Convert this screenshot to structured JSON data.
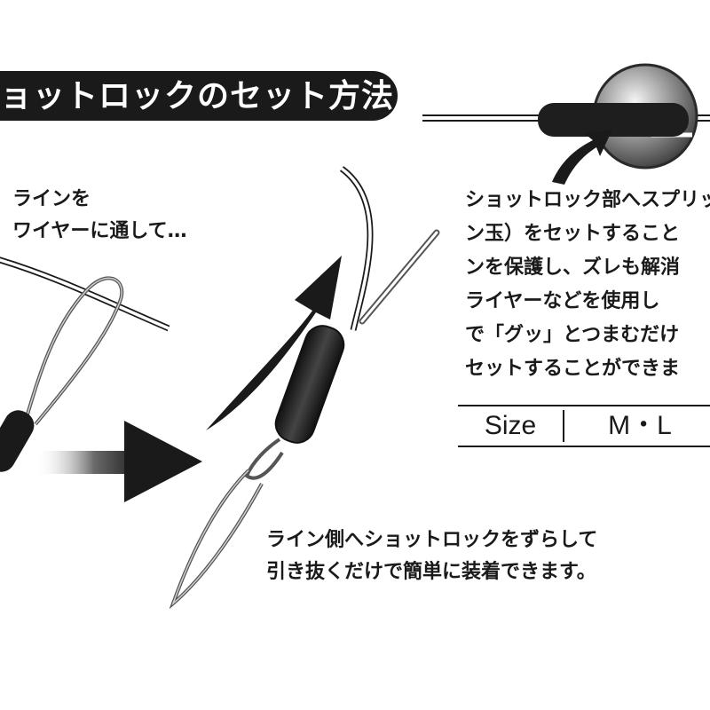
{
  "title": "ョットロックのセット方法",
  "note_left": [
    "ラインを",
    "ワイヤーに通して…"
  ],
  "note_right": [
    "ショットロック部へスプリッ",
    "ン玉）をセットすること",
    "ンを保護し、ズレも解消",
    "ライヤーなどを使用し",
    "で「グッ」とつまむだけ",
    "セットすることができま"
  ],
  "note_bottom": [
    "ライン側へショットロックをずらして",
    "引き抜くだけで簡単に装着できます。"
  ],
  "size_table": {
    "label": "Size",
    "value": "M・L"
  },
  "colors": {
    "ink": "#1a1a1a",
    "line": "#555555",
    "sleeve": "#1e1e1e",
    "bead": "#8a8a8a"
  }
}
